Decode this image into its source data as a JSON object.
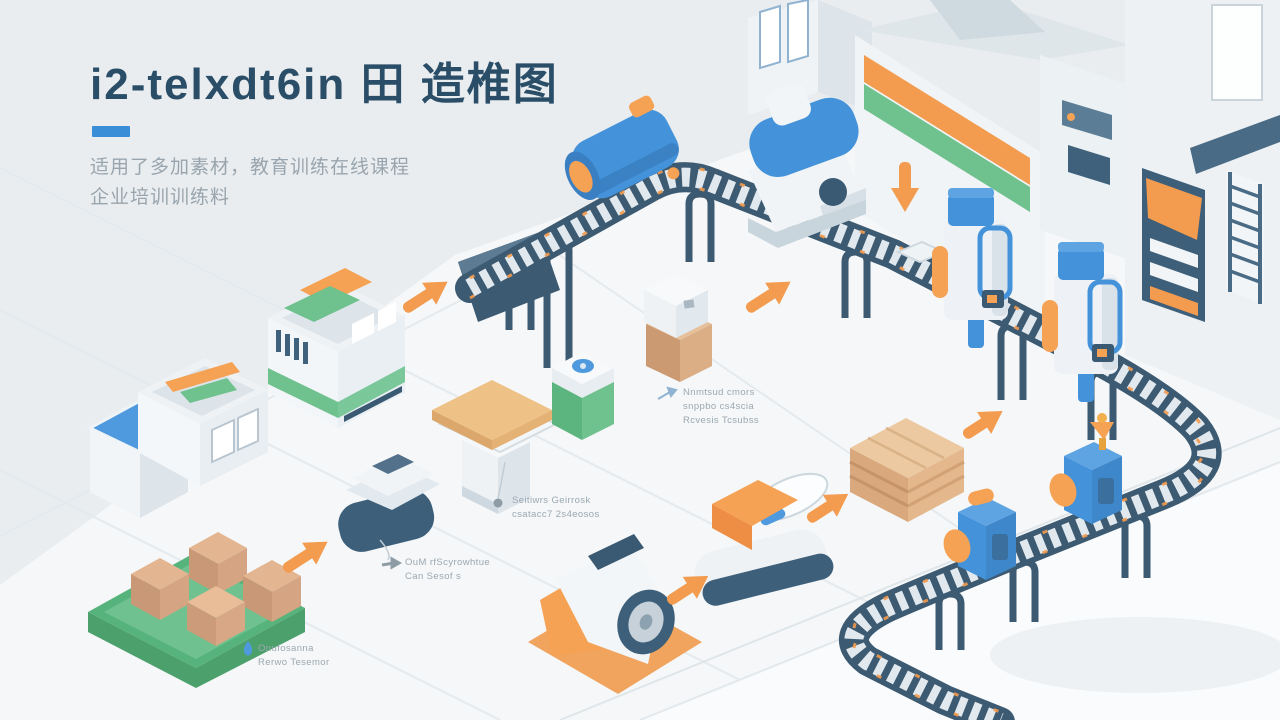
{
  "header": {
    "title": "i2-telxdt6in 田 造椎图",
    "subtitle_line1": "适用了多加素材，教育训练在线课程",
    "subtitle_line2": "企业培训训练料"
  },
  "notes": {
    "note1": {
      "line1": "Nnmtsud cmors",
      "line2": "snppbo cs4scia",
      "line3": "Rcvesis Tcsubss"
    },
    "note2": {
      "line1": "Seitiwrs Geirrosk",
      "line2": "csatacc7 2s4eosos"
    },
    "note3": {
      "line1": "OuM rfScyrowhtue",
      "line2": "Can Sesof s"
    },
    "note4": {
      "line1": "Onufosanna",
      "line2": "Rerwo Tesemor"
    }
  },
  "colors": {
    "background": "#e9edef",
    "floor": "#f5f7f8",
    "title_text": "#2a4d68",
    "accent_blue": "#3a8ed7",
    "note_text": "#9ba8b2",
    "arrow_orange": "#f39b4e",
    "conveyor_frame": "#3c5a72",
    "conveyor_rollers": "#e2e9ee",
    "machine_blue": "#4493da",
    "green": "#62bb85",
    "crate_tan": "#d9a97d"
  }
}
